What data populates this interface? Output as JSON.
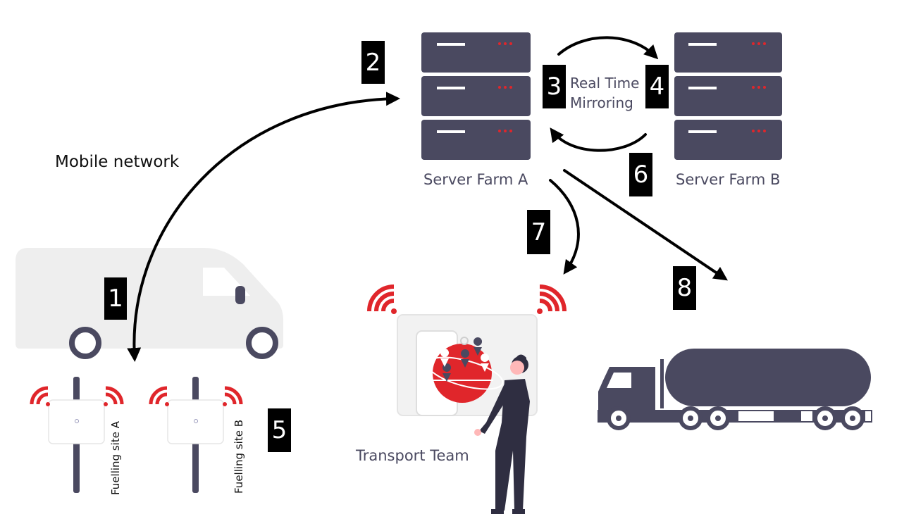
{
  "labels": {
    "mobile_network": "Mobile network",
    "server_farm_a": "Server Farm A",
    "server_farm_b": "Server Farm B",
    "mirroring_line1": "Real Time",
    "mirroring_line2": "Mirroring",
    "transport_team": "Transport Team",
    "fuelling_site_a": "Fuelling site A",
    "fuelling_site_b": "Fuelling site B"
  },
  "steps": [
    "1",
    "2",
    "3",
    "4",
    "5",
    "6",
    "7",
    "8"
  ],
  "colors": {
    "server": "#4a4960",
    "accent_red": "#e0262b",
    "van": "#eeeeee",
    "arrow": "#000000",
    "badge": "#000000"
  },
  "icons": [
    "server-rack-icon",
    "van-icon",
    "fuel-tanker-truck-icon",
    "wireless-signal-icon",
    "tablet-map-icon",
    "person-icon",
    "fuel-sensor-icon"
  ]
}
